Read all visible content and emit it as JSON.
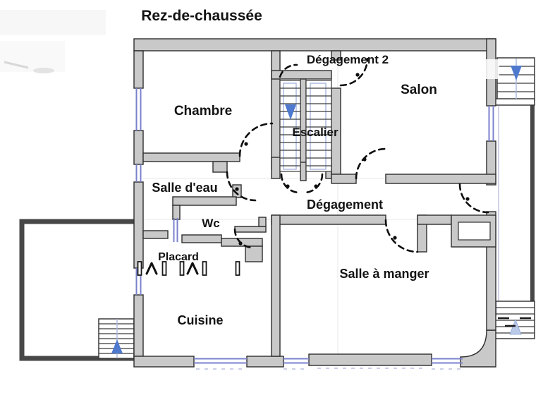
{
  "title": "Rez-de-chaussée",
  "floor": {
    "rooms": [
      {
        "key": "chambre",
        "label": "Chambre"
      },
      {
        "key": "degagement-2",
        "label": "Dégagement 2"
      },
      {
        "key": "salon",
        "label": "Salon"
      },
      {
        "key": "escalier",
        "label": "Escalier"
      },
      {
        "key": "salle-deau",
        "label": "Salle d'eau"
      },
      {
        "key": "wc",
        "label": "Wc"
      },
      {
        "key": "degagement",
        "label": "Dégagement"
      },
      {
        "key": "placard",
        "label": "Placard"
      },
      {
        "key": "cuisine",
        "label": "Cuisine"
      },
      {
        "key": "salle-a-manger",
        "label": "Salle à manger"
      }
    ],
    "stairs": [
      {
        "key": "interior-escalier",
        "direction": "down"
      },
      {
        "key": "balcony-top-right",
        "direction": "down"
      },
      {
        "key": "balcony-bottom-right",
        "direction": "up"
      },
      {
        "key": "terrace-left",
        "direction": "up"
      }
    ],
    "colors": {
      "wall_fill": "#c9c9c9",
      "wall_stroke": "#2e2e2e",
      "window_blue": "#7a82cc",
      "stair_arrow_blue": "#4f79cf",
      "pale_arrow_blue": "#b9c9e8",
      "exterior_edge_gray": "#474747"
    }
  }
}
